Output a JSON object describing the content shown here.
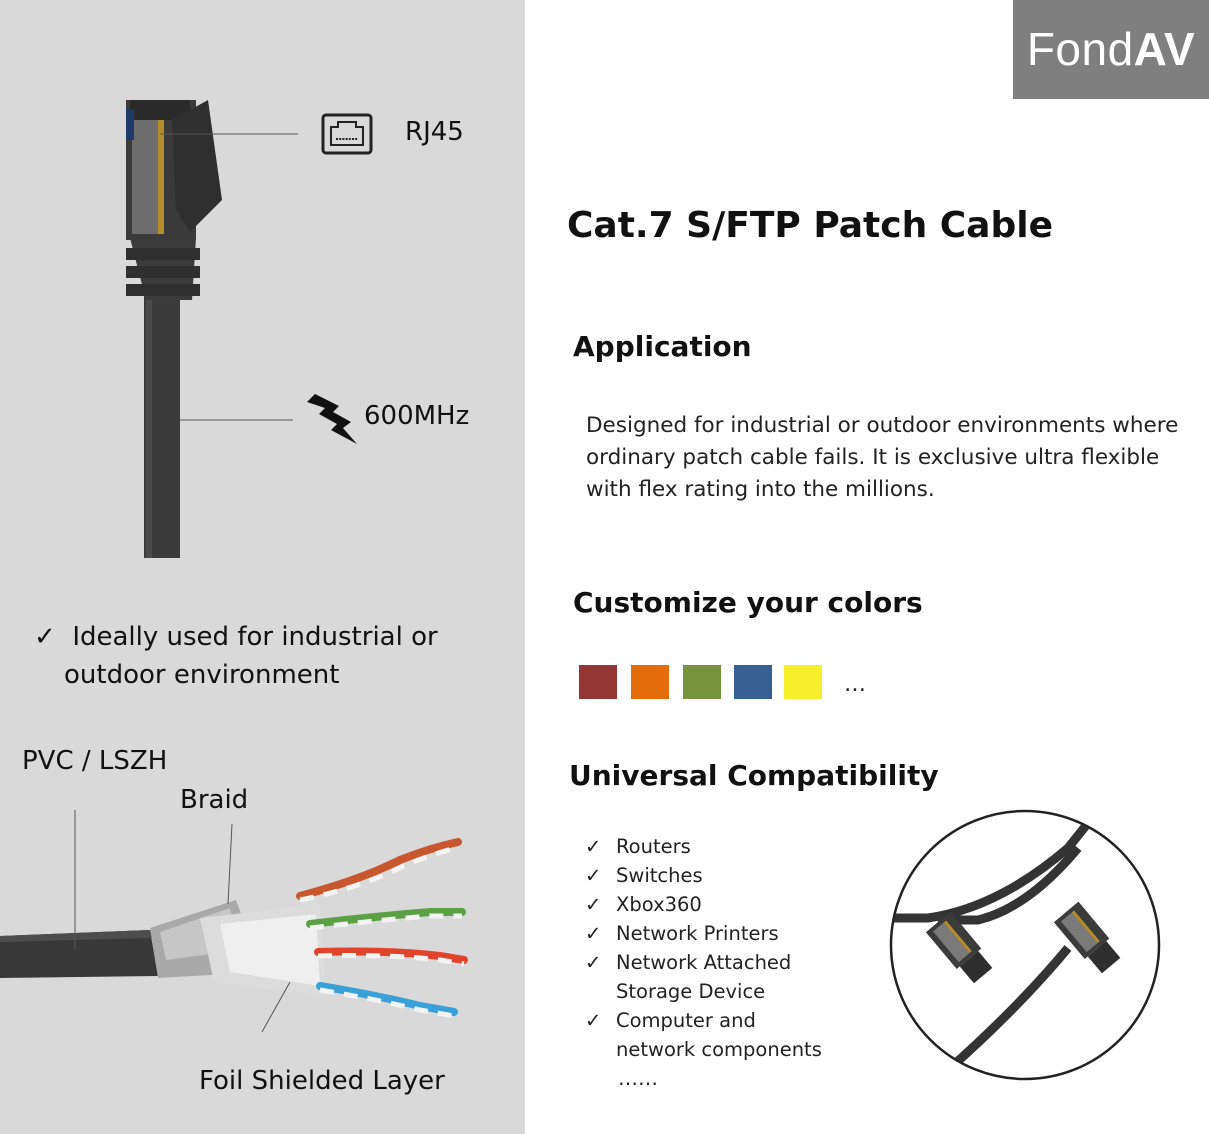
{
  "brand": {
    "name_regular": "Fond",
    "name_bold": "AV",
    "bg_color": "#7f7f7f"
  },
  "title": "Cat.7 S/FTP Patch Cable",
  "left": {
    "rj45_label": "RJ45",
    "freq_label": "600MHz",
    "feature_check": "✓",
    "feature_line1": "Ideally used for industrial or",
    "feature_line2": "outdoor environment",
    "layers": {
      "jacket": "PVC / LSZH",
      "braid": "Braid",
      "foil": "Foil Shielded  Layer"
    }
  },
  "application": {
    "heading": "Application",
    "text": "Designed for industrial or outdoor environments where ordinary patch cable fails. It is exclusive ultra flexible with flex rating into the millions."
  },
  "colors": {
    "heading": "Customize  your colors",
    "swatches": [
      "#943634",
      "#e46c0a",
      "#77933c",
      "#376092",
      "#f6f02a"
    ],
    "more": "…"
  },
  "compatibility": {
    "heading": "Universal Compatibility",
    "check": "✓",
    "items": [
      "Routers",
      "Switches",
      "Xbox360",
      "Network Printers",
      "Network Attached Storage Device",
      "Computer and network components"
    ],
    "more": "……"
  }
}
